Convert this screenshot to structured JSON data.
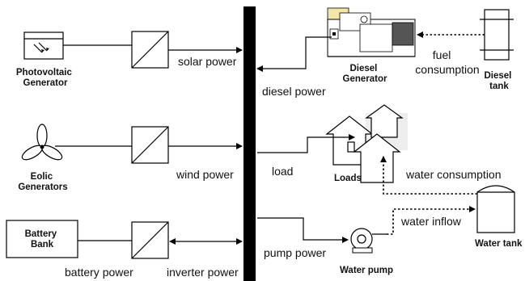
{
  "labels": {
    "photovoltaic_generator": [
      "Photovoltaic",
      "Generator"
    ],
    "eolic_generators": [
      "Eolic",
      "Generators"
    ],
    "battery_bank": [
      "Battery",
      "Bank"
    ],
    "diesel_generator": [
      "Diesel",
      "Generator"
    ],
    "diesel_tank": [
      "Diesel",
      "tank"
    ],
    "loads": "Loads",
    "water_tank": "Water tank",
    "water_pump": "Water pump"
  },
  "flows": {
    "solar_power": "solar power",
    "wind_power": "wind power",
    "battery_power": "battery power",
    "inverter_power": "inverter power",
    "diesel_power": "diesel power",
    "fuel_consumption": [
      "fuel",
      "consumption"
    ],
    "load": "load",
    "water_consumption": "water consumption",
    "water_inflow": "water inflow",
    "pump_power": "pump power"
  },
  "colors": {
    "line": "#000000",
    "generator_accent": "#f4e6a8"
  }
}
